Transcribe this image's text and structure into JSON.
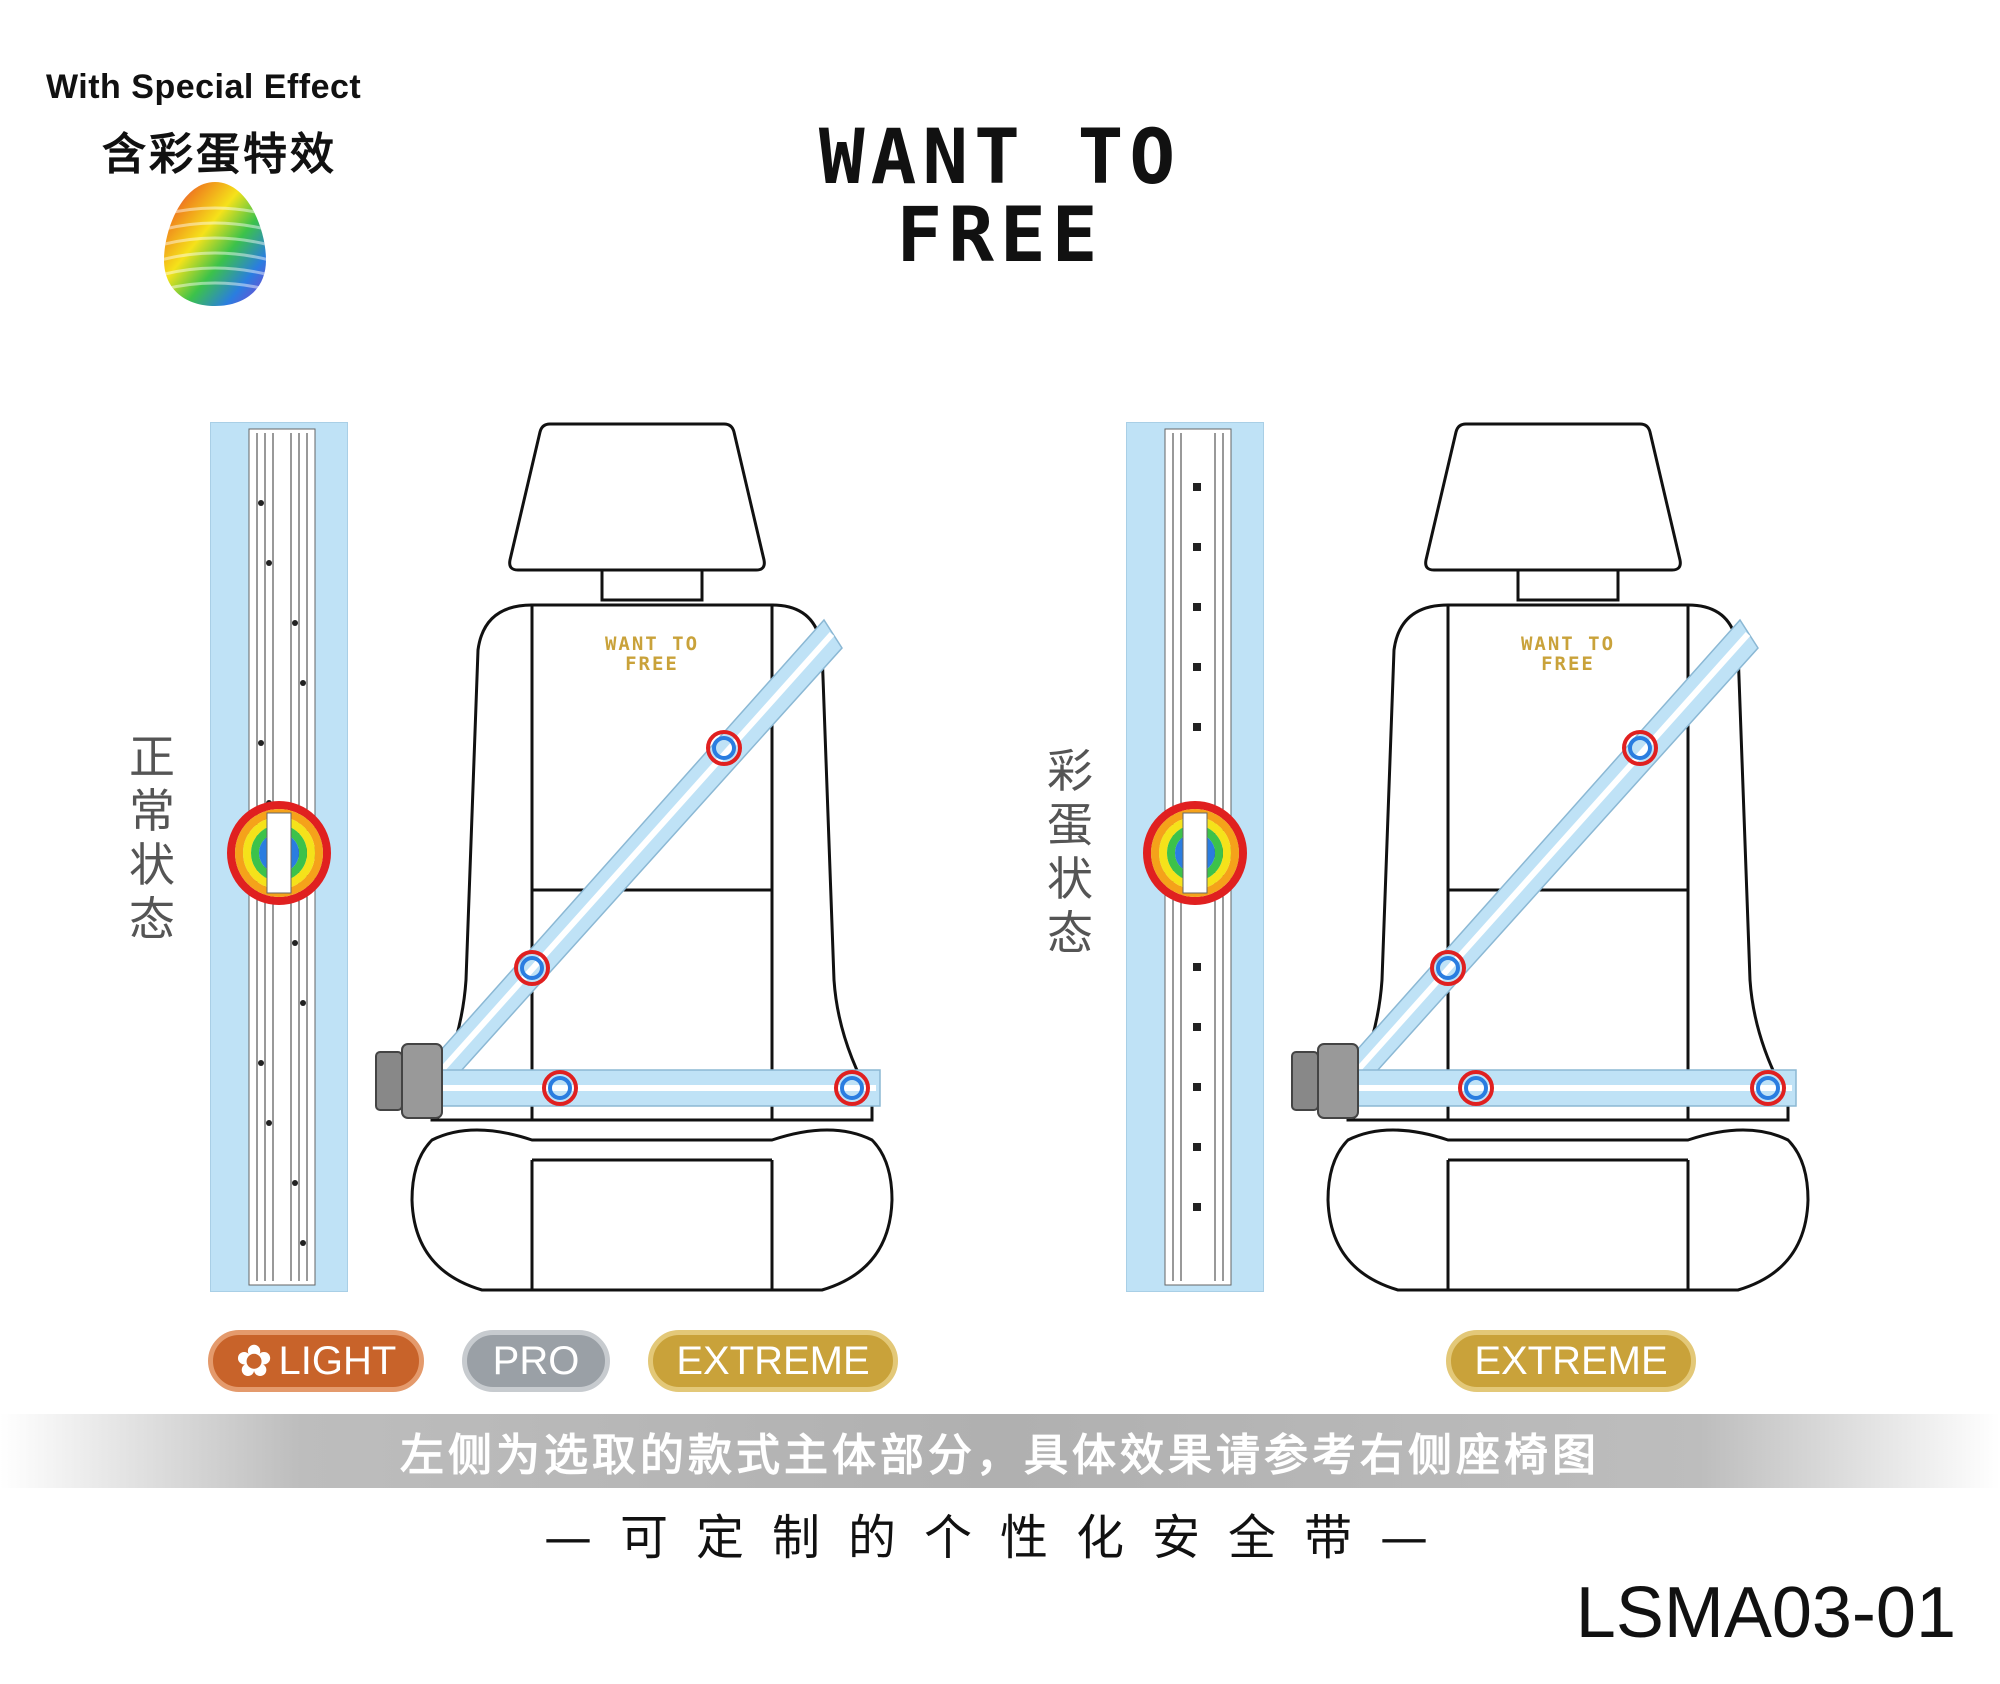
{
  "header": {
    "effect_en": "With Special Effect",
    "effect_cn": "含彩蛋特效",
    "brand_line1": "WANT TO",
    "brand_line2": "FREE"
  },
  "panels": {
    "left": {
      "state_label": "正常状态"
    },
    "right": {
      "state_label": "彩蛋状态"
    }
  },
  "seat_logo": {
    "line1": "WANT TO",
    "line2": "FREE"
  },
  "badges": {
    "light": "LIGHT",
    "pro": "PRO",
    "extreme_left": "EXTREME",
    "extreme_right": "EXTREME"
  },
  "colors": {
    "light": "#c8632a",
    "pro": "#9aa0a6",
    "extreme": "#c9a23a",
    "belt": "#bfe2f6"
  },
  "banner_text": "左侧为选取的款式主体部分，具体效果请参考右侧座椅图",
  "tagline": "—可定制的个性化安全带—",
  "product_code": "LSMA03-01"
}
